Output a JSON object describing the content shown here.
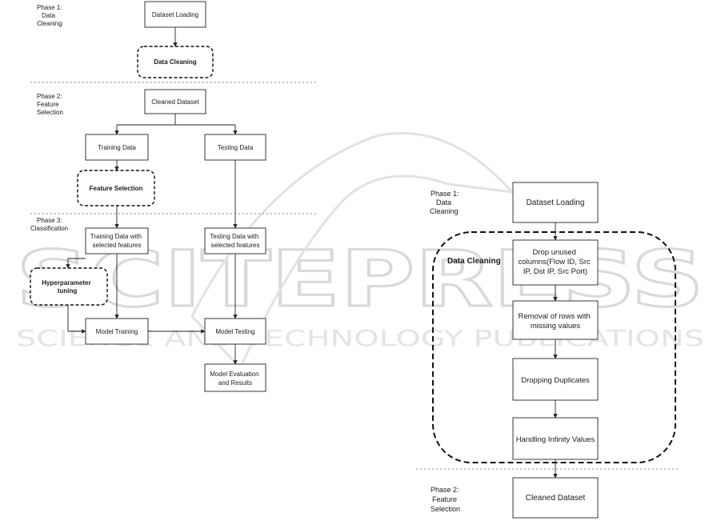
{
  "watermark": {
    "title": "SCITEPRESS",
    "subtitle": "SCIENCE AND TECHNOLOGY PUBLICATIONS"
  },
  "left": {
    "phase1": [
      "Phase 1:",
      "Data",
      "Cleaning"
    ],
    "phase2": [
      "Phase 2:",
      "Feature",
      "Selection"
    ],
    "phase3": [
      "Phase 3:",
      "Classification"
    ],
    "dataset_loading": "Dataset Loading",
    "data_cleaning": "Data Cleaning",
    "cleaned_dataset": "Cleaned Dataset",
    "training_data": "Training Data",
    "testing_data": "Testing Data",
    "feature_selection": "Feature Selection",
    "training_selected": [
      "Training Data with",
      "selected features"
    ],
    "testing_selected": [
      "Testing Data with",
      "selected features"
    ],
    "hyperparameter": [
      "Hyperparameter",
      "tuning"
    ],
    "model_training": "Model Training",
    "model_testing": "Model Testing",
    "model_evaluation": [
      "Model Evaluation",
      "and Results"
    ]
  },
  "right": {
    "phase1": [
      "Phase 1:",
      "Data",
      "Cleaning"
    ],
    "phase2": [
      "Phase 2:",
      "Feature",
      "Selection"
    ],
    "dataset_loading": "Dataset Loading",
    "data_cleaning": "Data Cleaning",
    "drop_unused": [
      "Drop unused",
      "columns(Flow ID, Src",
      "IP, Dst IP, Src Port)"
    ],
    "removal_rows": [
      "Removal of rows with",
      "missing values"
    ],
    "dropping_duplicates": "Dropping Duplicates",
    "handling_infinity": "Handling Infinity Values",
    "cleaned_dataset": "Cleaned Dataset"
  }
}
